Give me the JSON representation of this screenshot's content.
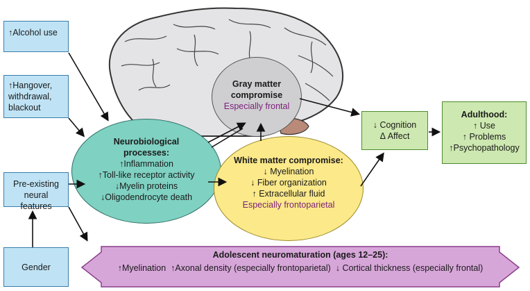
{
  "inputs": {
    "alcohol": "↑Alcohol use",
    "hangover": [
      "↑Hangover,",
      "withdrawal,",
      "blackout"
    ],
    "preexisting": [
      "Pre-existing",
      "neural features"
    ],
    "gender": "Gender"
  },
  "neurobio": {
    "title": [
      "Neurobiological",
      "processes:"
    ],
    "items": [
      "↑Inflammation",
      "↑Toll-like receptor activity",
      "↓Myelin proteins",
      "↓Oligodendrocyte death"
    ]
  },
  "gray": {
    "title": [
      "Gray matter",
      "compromise"
    ],
    "note": "Especially frontal"
  },
  "white": {
    "title": "White matter compromise:",
    "items": [
      "↓ Myelination",
      "↓ Fiber organization",
      "↑ Extracellular fluid"
    ],
    "note": "Especially frontoparietal"
  },
  "cognition": [
    "↓ Cognition",
    "Δ Affect"
  ],
  "adulthood": {
    "title": "Adulthood:",
    "items": [
      "↑ Use",
      "↑ Problems",
      "↑Psychopathology"
    ]
  },
  "maturation": {
    "title": "Adolescent neuromaturation (ages 12–25):",
    "detail": "↑Myelination  ↑Axonal density (especially frontoparietal)  ↓ Cortical thickness (especially frontal)"
  },
  "colors": {
    "blue_box": "#bfe3f5",
    "green_box": "#cde8b0",
    "teal": "#7fd1c2",
    "yellow": "#fbe98a",
    "gray": "#cfcfd1",
    "purple": "#d7a6d9",
    "accent_text": "#7a1f7a"
  }
}
